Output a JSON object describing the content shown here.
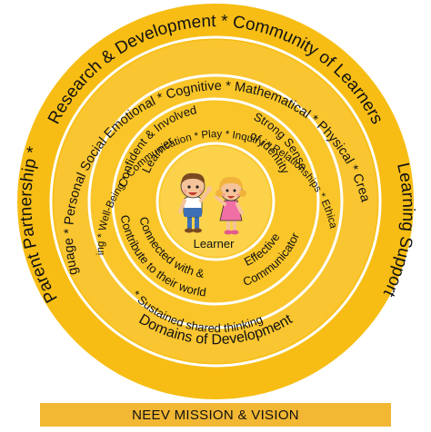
{
  "colors": {
    "ring_outer": "#f7bd14",
    "ring_mid": "#f9c530",
    "ring_inner": "#f9c528",
    "core": "#fbd24a",
    "separator": "#ffffff",
    "text": "#111111",
    "banner": "#f2b733"
  },
  "rings": {
    "outer": {
      "top": "Research & Development * Community of Learners",
      "left": "Parent Partnership *",
      "right": "Learning Support"
    },
    "domains": {
      "top": "Language * Personal Social Emotional * Cognitive * Mathematical * Physical * Creative",
      "bottom": "Domains of Development"
    },
    "themes": {
      "top": "Joy of Learning * Well-Being * Communication * Play * Inquiry * Relationships * Ethical Orientation",
      "bottom": "* Sustained shared thinking"
    },
    "outcomes": {
      "top_left": "Confident & Involved",
      "top_left_2": "Learner",
      "top_right": "Strong Sense",
      "top_right_2": "of identity",
      "bottom_left": "Connected with &",
      "bottom_left_2": "Contribute to their world",
      "bottom_right": "Effective",
      "bottom_right_2": "Communicator"
    }
  },
  "center": {
    "label": "Learner",
    "icons": [
      "boy-child-icon",
      "girl-child-icon"
    ]
  },
  "banner": {
    "label": "NEEV MISSION & VISION"
  }
}
